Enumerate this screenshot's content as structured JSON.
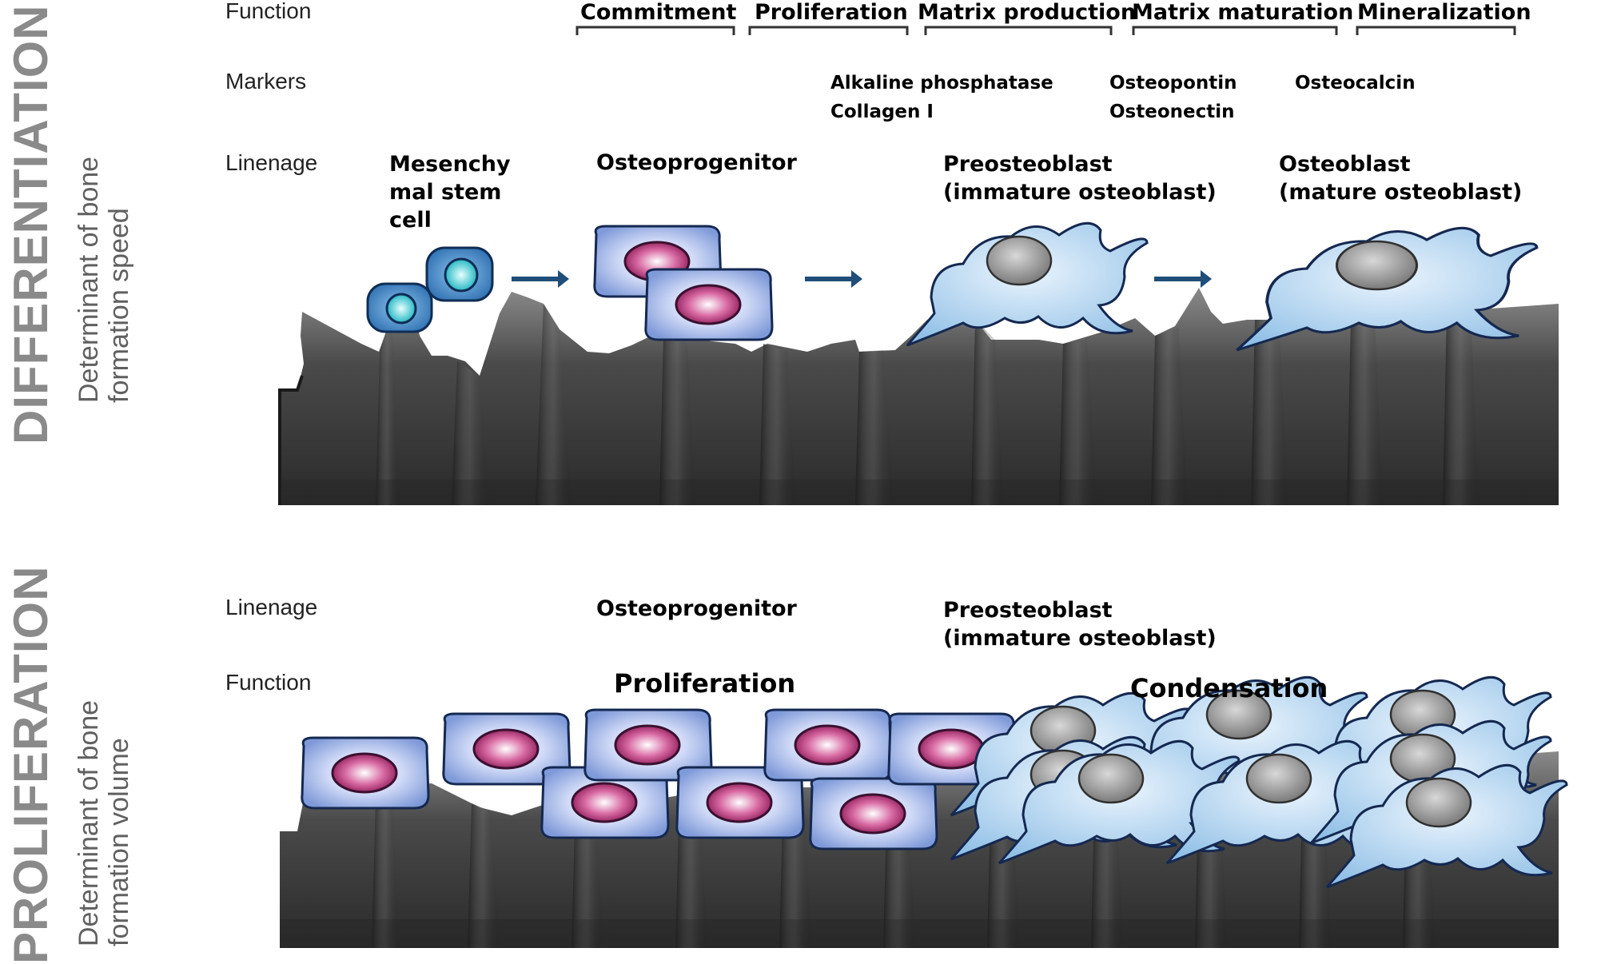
{
  "differentiation": {
    "section_title": "DIFFERENTIATION",
    "subtitle": "Determinant of bone formation speed",
    "row_labels": {
      "function": "Function",
      "markers": "Markers",
      "lineage": "Linenage"
    },
    "functions": [
      "Commitment",
      "Proliferation",
      "Matrix production",
      "Matrix maturation",
      "Mineralization"
    ],
    "markers": {
      "matrix_production": [
        "Alkaline phosphatase",
        "Collagen I"
      ],
      "matrix_maturation": [
        "Osteopontin",
        "Osteonectin"
      ],
      "mineralization": [
        "Osteocalcin"
      ]
    },
    "lineage": {
      "msc": [
        "Mesenchy",
        "mal stem",
        "cell"
      ],
      "osteoprogenitor": "Osteoprogenitor",
      "preosteoblast": [
        "Preosteoblast",
        "(immature osteoblast)"
      ],
      "osteoblast": [
        "Osteoblast",
        "(mature osteoblast)"
      ]
    }
  },
  "proliferation": {
    "section_title": "PROLIFERATION",
    "subtitle": "Determinant of bone formation volume",
    "row_labels": {
      "lineage": "Linenage",
      "function": "Function"
    },
    "lineage": {
      "osteoprogenitor": "Osteoprogenitor",
      "preosteoblast": [
        "Preosteoblast",
        "(immature osteoblast)"
      ]
    },
    "functions": {
      "proliferation": "Proliferation",
      "condensation": "Condensation"
    }
  },
  "colors": {
    "implant_dark": "#2e2e2e",
    "implant_mid": "#7a7a7a",
    "stem_cell": "#3d86c8",
    "stem_nucleus": "#4fd1d8",
    "progenitor_cell": "#9db4e8",
    "progenitor_nucleus": "#c4447f",
    "osteoblast_cell": "#b8d8f4",
    "osteoblast_nucleus": "#8e8e8e",
    "arrow": "#1f4e79"
  }
}
